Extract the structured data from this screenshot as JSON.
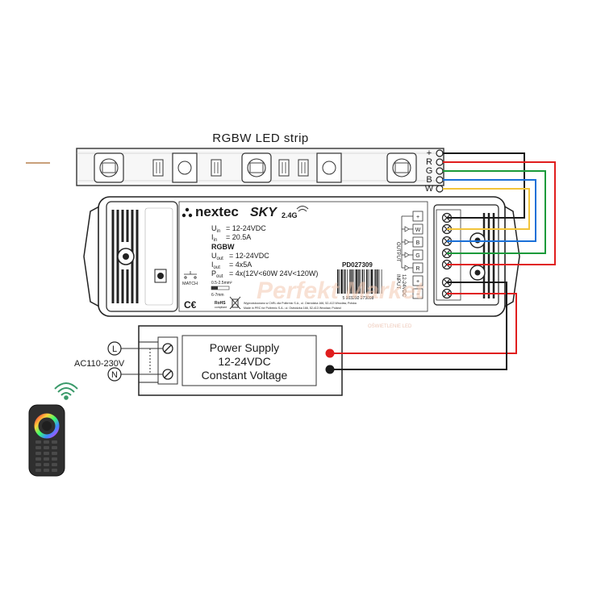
{
  "strip": {
    "title": "RGBW LED strip",
    "terminals": [
      "+",
      "R",
      "G",
      "B",
      "W"
    ]
  },
  "controller": {
    "brand": "nextec",
    "model": "SKY",
    "band": "2.4G",
    "uin_label": "U",
    "uin_sub": "in",
    "uin_value": "= 12-24VDC",
    "iin_label": "I",
    "iin_sub": "in",
    "iin_value": "= 20.5A",
    "mode": "RGBW",
    "uout_label": "U",
    "uout_sub": "out",
    "uout_value": "= 12-24VDC",
    "iout_label": "I",
    "iout_sub": "out",
    "iout_value": "= 4x5A",
    "pout_label": "P",
    "pout_sub": "out",
    "pout_value": "= 4x(12V<60W 24V<120W)",
    "product_code": "PD027309",
    "barcode_number": "5 903292 273098",
    "match_label": "MATCH",
    "wire_section": "0.5-2.5mm²",
    "strip_length": "6-7mm",
    "rohs": "RoHS",
    "rohs_sub": "compliant",
    "manufacturer_line1": "Wyprodukowano w ChRL dla Polbrrnic S.A., ul. Ostródzka 166, 52-413 Wrocław, Polska",
    "manufacturer_line2": "Made in PRC for Polbrrnic S.A., ul. Ostródzka 166, 52-413 Wrocław, Poland",
    "output_label": "OUTPUT",
    "output_terminals": [
      "+",
      "W",
      "B",
      "G",
      "R"
    ],
    "input_label": "INPUT",
    "input_voltage": "12-24VDC",
    "input_terminals": [
      "+",
      "−"
    ]
  },
  "power_supply": {
    "line1": "Power Supply",
    "line2": "12-24VDC",
    "line3": "Constant Voltage"
  },
  "mains": {
    "voltage": "AC110-230V",
    "live": "L",
    "neutral": "N"
  },
  "watermark": {
    "line1": "Perfekt Market",
    "line2": "OŚWIETLENIE LED"
  },
  "colors": {
    "red": "#e01e1e",
    "green": "#1a9a3a",
    "blue": "#1a70d8",
    "yellow": "#f2c43a",
    "black": "#1a1a1a",
    "accent_line": "#c9a07a"
  }
}
